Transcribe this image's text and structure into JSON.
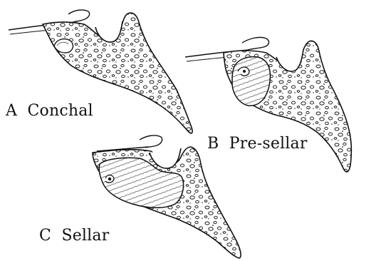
{
  "figure": {
    "panels": [
      {
        "id": "A",
        "letter": "A",
        "label": "Conchal"
      },
      {
        "id": "B",
        "letter": "B",
        "label": "Pre-sellar"
      },
      {
        "id": "C",
        "letter": "C",
        "label": "Sellar"
      }
    ]
  },
  "colors": {
    "ink": "#111111",
    "background": "#ffffff"
  }
}
